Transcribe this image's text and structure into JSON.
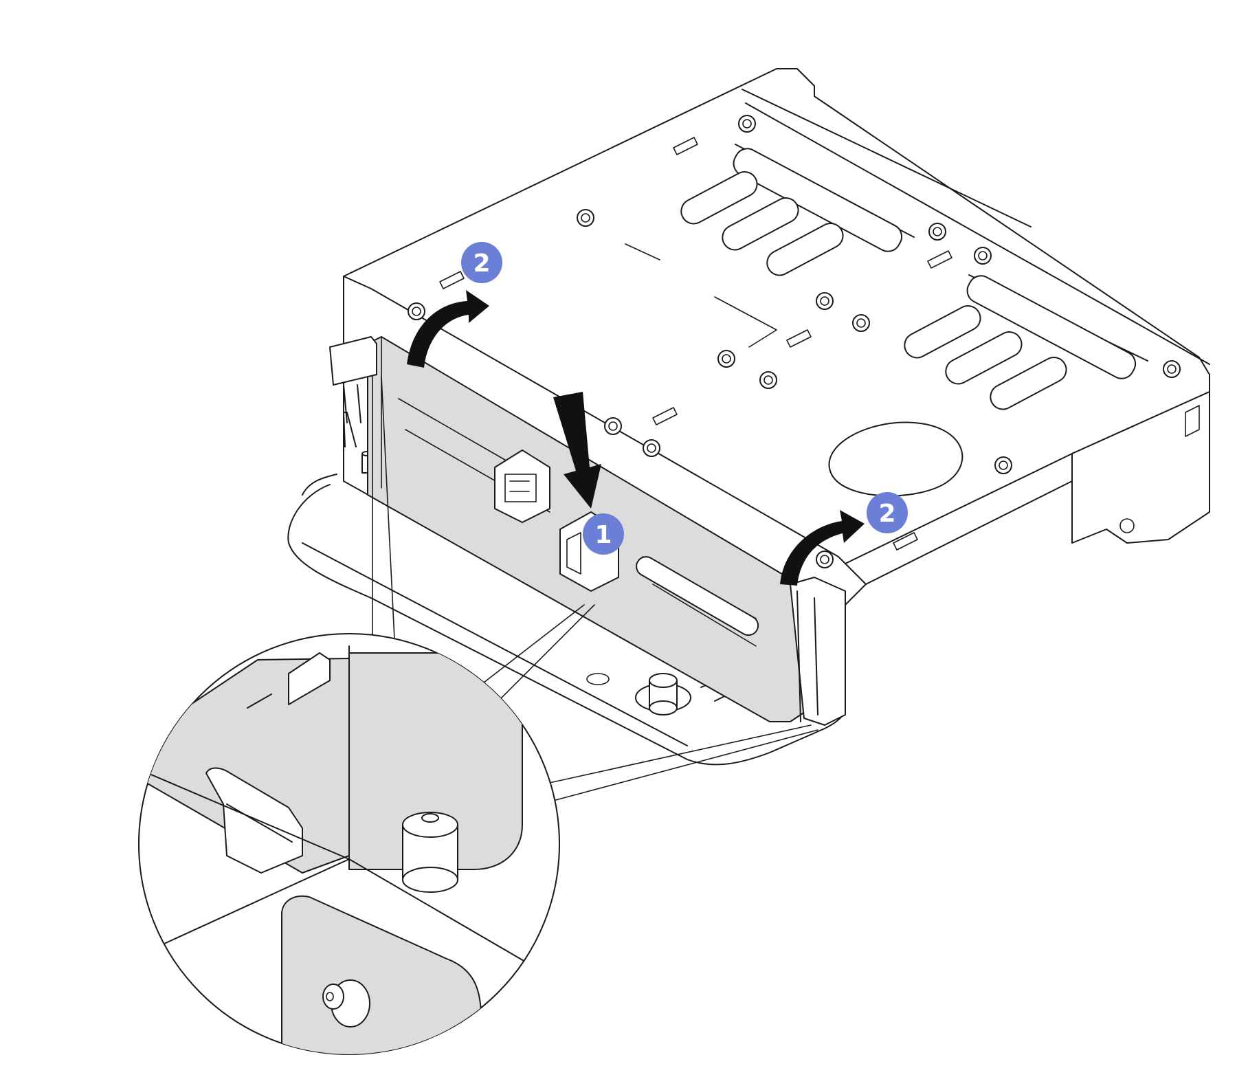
{
  "colors": {
    "callout_badge": "#6b7fd6",
    "backplane_fill": "#dcdcdc",
    "line": "#1a1a1a",
    "arrow": "#111111",
    "background": "#ffffff"
  },
  "callouts": [
    {
      "label": "1",
      "meaning": "step"
    },
    {
      "label": "2",
      "meaning": "step"
    },
    {
      "label": "2",
      "meaning": "step"
    }
  ],
  "icons": [
    "down-arrow-icon",
    "rotate-arrow-icon",
    "callout-badge-icon"
  ]
}
